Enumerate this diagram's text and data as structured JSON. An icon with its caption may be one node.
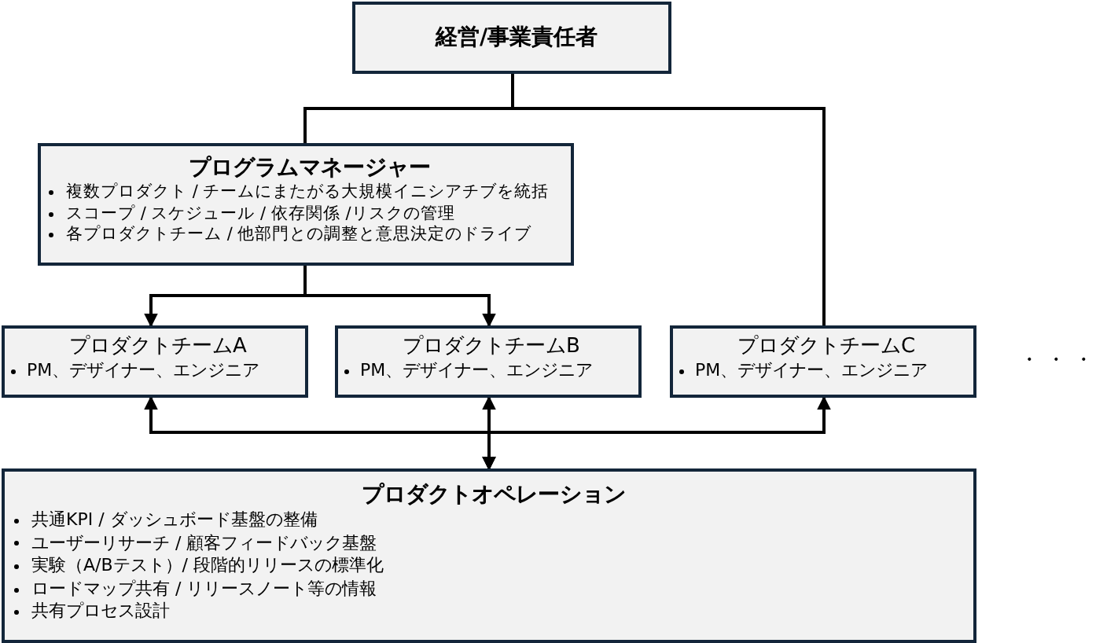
{
  "diagram": {
    "nodes": [
      {
        "text": [
          "経営/事業責任者"
        ]
      },
      {
        "text": [
          "プログラムマネージャー",
          "複数プロダクト / チームにまたがる大規模イニシアチブを統括",
          "スコープ / スケジュール / 依存関係 /リスクの管理",
          "各プロダクトチーム / 他部門との調整と意思決定のドライブ"
        ]
      },
      {
        "text": [
          "プロダクトチームA",
          "PM、デザイナー、エンジニア"
        ]
      },
      {
        "text": [
          "プロダクトチームB",
          "PM、デザイナー、エンジニア"
        ]
      },
      {
        "text": [
          "プロダクトチームC",
          "PM、デザイナー、エンジニア"
        ]
      },
      {
        "text": [
          "プロダクトオペレーション",
          "共通KPI / ダッシュボード基盤の整備",
          "ユーザーリサーチ / 顧客フィードバック基盤",
          "実験（A/Bテスト）/ 段階的リリースの標準化",
          "ロードマップ共有 / リリースノート等の情報",
          "共有プロセス設計"
        ]
      }
    ],
    "edges": [
      {
        "from": 0,
        "to": 1,
        "arrow": "none"
      },
      {
        "from": 0,
        "to": 4,
        "arrow": "none"
      },
      {
        "from": 1,
        "to": 2,
        "arrow": "to"
      },
      {
        "from": 1,
        "to": 3,
        "arrow": "to"
      },
      {
        "from": 5,
        "to": 2,
        "arrow": "both"
      },
      {
        "from": 5,
        "to": 3,
        "arrow": "both"
      },
      {
        "from": 5,
        "to": 4,
        "arrow": "both"
      }
    ],
    "labels": [
      "・ ・ ・"
    ]
  }
}
